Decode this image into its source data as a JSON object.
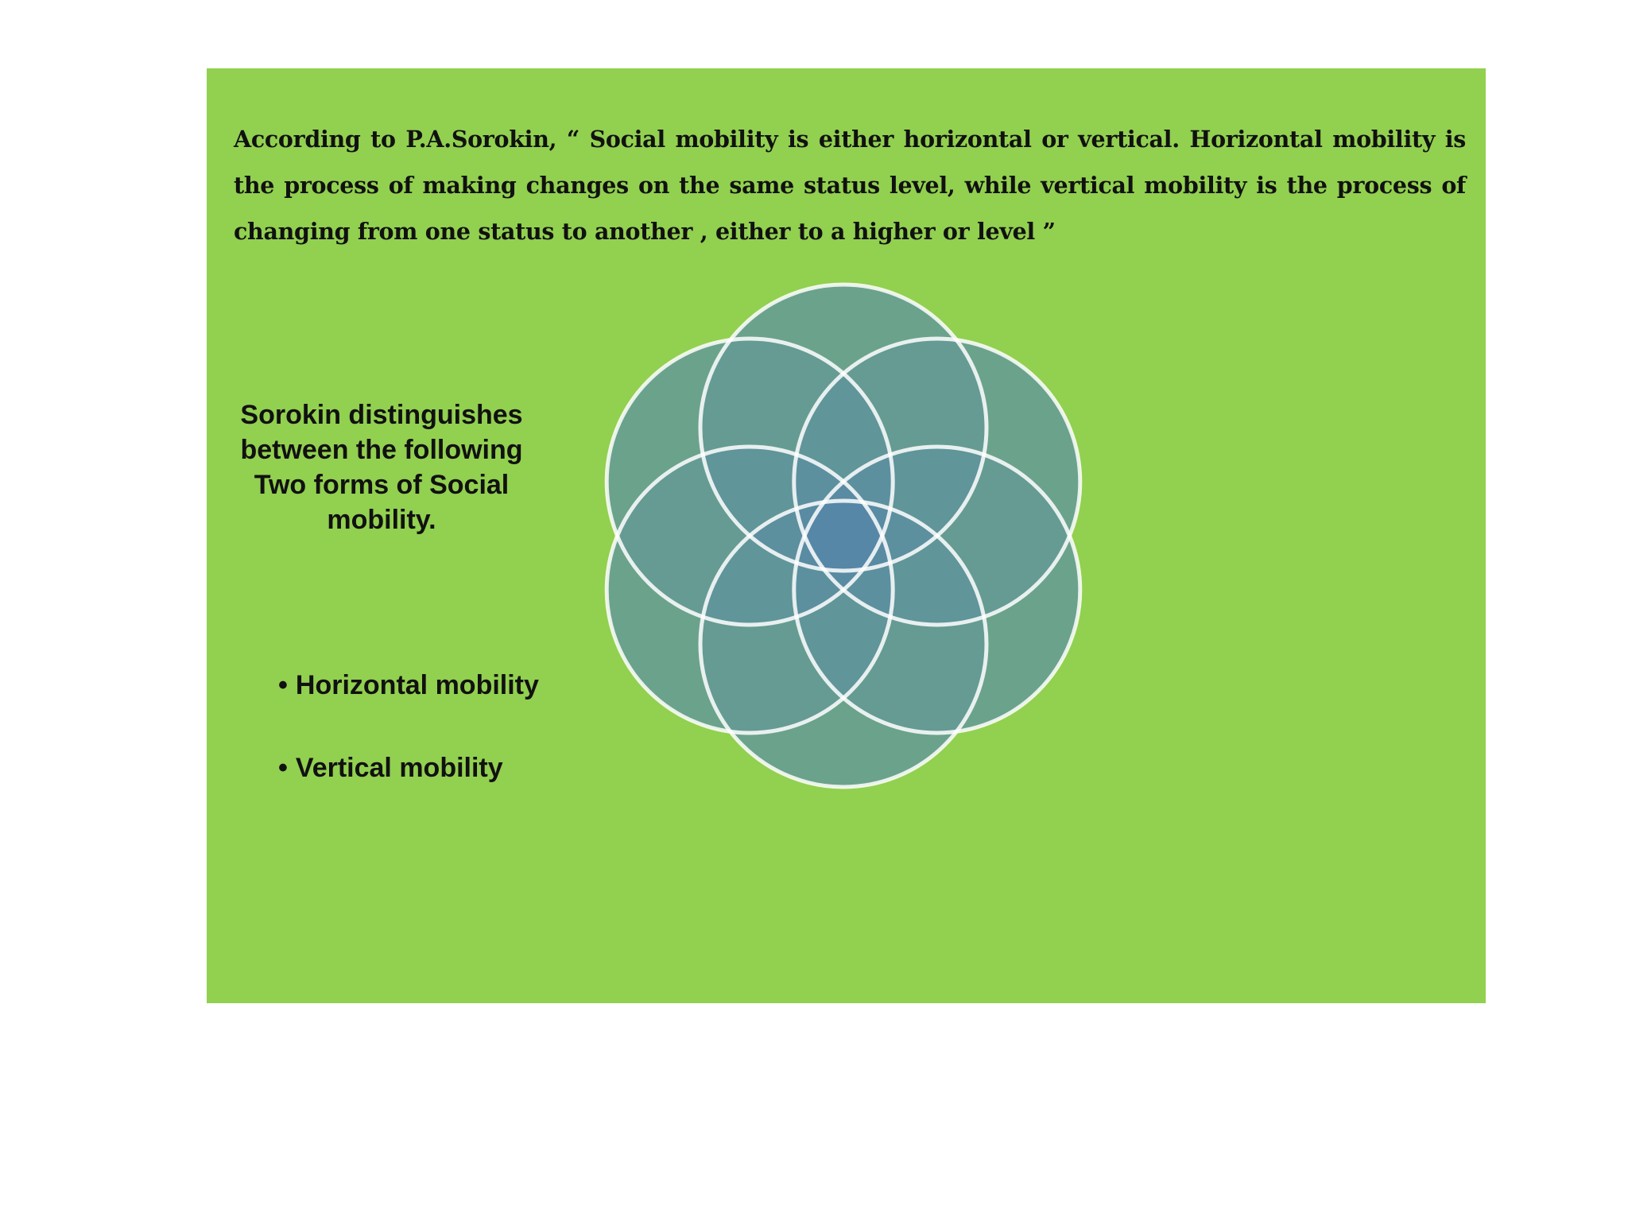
{
  "slide": {
    "quote": "According to P.A.Sorokin, “ Social mobility is either horizontal or vertical. Horizontal mobility is the process of making changes on the same status level, while vertical mobility is the process of changing from one status to another , either to a higher or level  ”",
    "intro": "Sorokin distinguishes between the following Two forms of Social mobility.",
    "bullet_symbol": "•",
    "bullets": [
      "Horizontal mobility",
      "Vertical mobility"
    ]
  },
  "colors": {
    "slide_background": "#92d050",
    "circle_fill": "#4a76b8",
    "circle_base": "#72ab84",
    "circle_stroke": "#ffffff"
  }
}
